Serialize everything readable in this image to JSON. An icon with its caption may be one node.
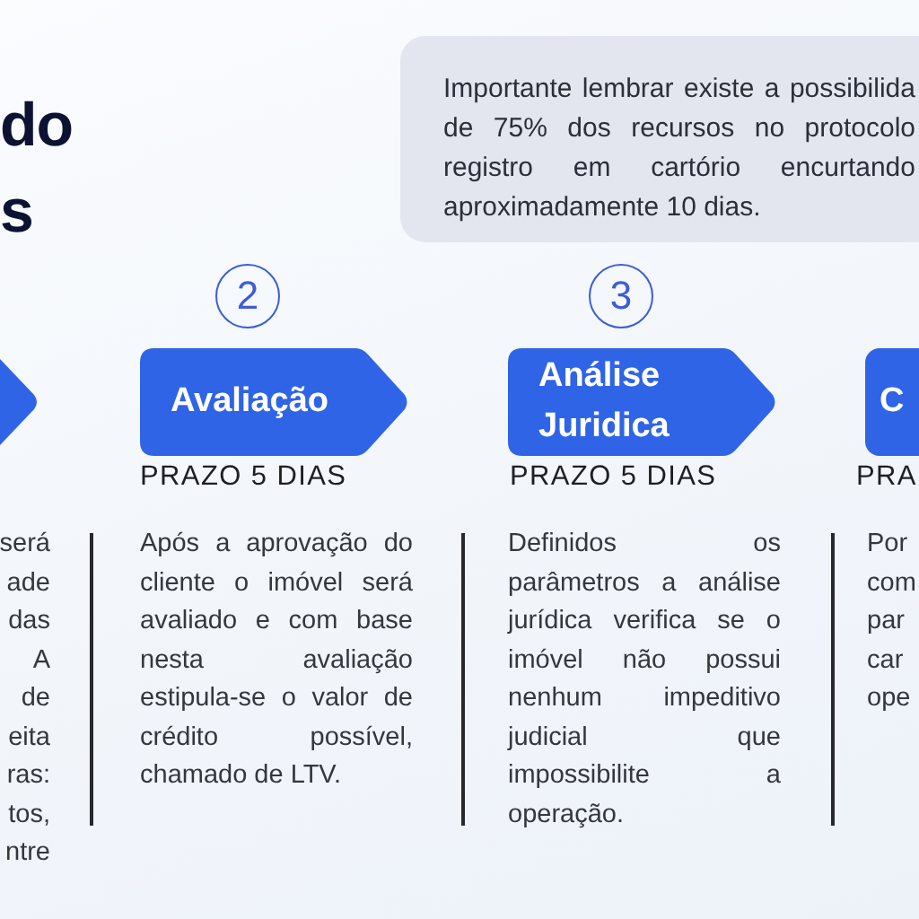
{
  "diagram": {
    "title": "do s",
    "nodes": [
      {
        "text": [
          "Importante lembrar existe a possibilida de 75% dos recursos no protocolo registro em cartório encurtando aproximadamente 10 dias."
        ]
      },
      {
        "text": [
          "2"
        ]
      },
      {
        "text": [
          "3"
        ]
      },
      {
        "text": [],
        "shape": "pentagon"
      },
      {
        "text": [
          "Avaliação"
        ],
        "beside": [
          "PRAZO 5 DIAS"
        ]
      },
      {
        "text": [
          "Análise Juridica"
        ],
        "beside": [
          "PRAZO 5 DIAS"
        ]
      },
      {
        "text": [
          "C"
        ],
        "beside": [
          "PRA"
        ]
      }
    ],
    "labels": [
      "será ade das A de eita ras: tos, ntre",
      "Após a aprovação do cliente o imóvel será avaliado e com base nesta avaliação estipula-se o valor de crédito possível, chamado de LTV.",
      "Definidos os parâmetros a análise jurídica verifica se o imóvel não possui nenhum impeditivo judicial que impossibilite a operação.",
      "Por com par car ope"
    ]
  }
}
